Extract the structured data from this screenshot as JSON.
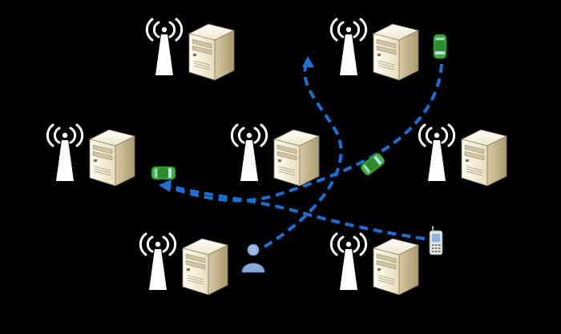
{
  "colors": {
    "background": "#000000",
    "path": "#1f6fd1",
    "car_body": "#3fae3f",
    "car_roof": "#2b8a2b",
    "server_light": "#fbf6e6",
    "server_mid": "#e9dfc2",
    "server_dark": "#bfb08a",
    "tower": "#ffffff",
    "signal": "#ffffff",
    "user": "#8aa9d8",
    "phone": "#dcdcdc"
  },
  "nodes": [
    {
      "id": "station-1",
      "icon": "base-station-icon"
    },
    {
      "id": "station-2",
      "icon": "base-station-icon"
    },
    {
      "id": "station-3",
      "icon": "base-station-icon"
    },
    {
      "id": "station-4",
      "icon": "base-station-icon"
    },
    {
      "id": "station-5",
      "icon": "base-station-icon"
    },
    {
      "id": "station-6",
      "icon": "base-station-icon"
    },
    {
      "id": "station-7",
      "icon": "base-station-icon"
    }
  ],
  "mobiles": [
    {
      "id": "car-top-right",
      "icon": "car-icon"
    },
    {
      "id": "car-middle",
      "icon": "car-icon"
    },
    {
      "id": "car-left",
      "icon": "car-icon"
    },
    {
      "id": "user",
      "icon": "user-icon"
    },
    {
      "id": "phone",
      "icon": "mobile-phone-icon"
    }
  ],
  "paths": [
    {
      "id": "car-route-top-right-to-left",
      "style": "dashed"
    },
    {
      "id": "user-route-to-top",
      "style": "dashed"
    },
    {
      "id": "phone-route-to-left",
      "style": "dashed"
    }
  ]
}
